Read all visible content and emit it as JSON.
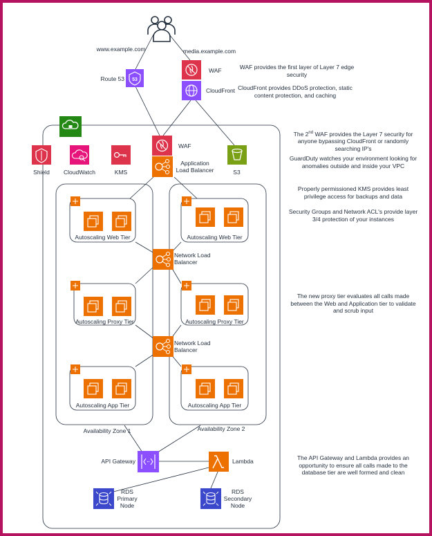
{
  "users": {
    "icon": "users-icon"
  },
  "labels": {
    "www": "www.example.com",
    "media": "media.example.com",
    "route53": "Route 53",
    "waf_top": "WAF",
    "cloudfront": "CloudFront",
    "shield": "Shield",
    "cloudwatch": "CloudWatch",
    "kms": "KMS",
    "waf_inner": "WAF",
    "alb": "Application\nLoad Balancer",
    "s3": "S3",
    "web_tier": "Autoscaling Web Tier",
    "proxy_tier": "Autoscaling Proxy Tier",
    "app_tier": "Autoscaling App Tier",
    "nlb": "Network Load\nBalancer",
    "az1": "Availability Zone 1",
    "az2": "Availability Zone 2",
    "api_gateway": "API Gateway",
    "lambda": "Lambda",
    "rds_primary": "RDS\nPrimary\nNode",
    "rds_secondary": "RDS\nSecondary\nNode"
  },
  "notes": {
    "waf": "WAF provides the first layer of Layer 7 edge security",
    "cloudfront": "CloudFront provides DDoS protection, static content protection, and caching",
    "waf2_pre": "The 2",
    "waf2_sup": "nd",
    "waf2_post": " WAF provides the Layer 7 security for anyone bypassing CloudFront or randomly searching IP's",
    "guardduty": "GuardDuty watches your environment looking for anomalies outside and inside your VPC",
    "kms": "Properly permissioned KMS provides least privilege access for backups and data",
    "security_groups": "Security Groups and Network ACL's provide layer 3/4 protection of your instances",
    "proxy": "The new proxy tier evaluates all calls made between the Web and Application tier to validate and scrub input",
    "api_lambda": "The API Gateway and Lambda provides an opportunity to ensure all calls made to the database tier are well formed and clean"
  },
  "colors": {
    "frame_border": "#b5135f",
    "security_red": "#dd344c",
    "management_pink": "#e7157b",
    "networking_purple": "#8c4fff",
    "compute_orange": "#ed7100",
    "storage_green": "#7aa116",
    "database_blue": "#3b48cc",
    "vpc_green": "#248814",
    "line": "#232f3e"
  }
}
